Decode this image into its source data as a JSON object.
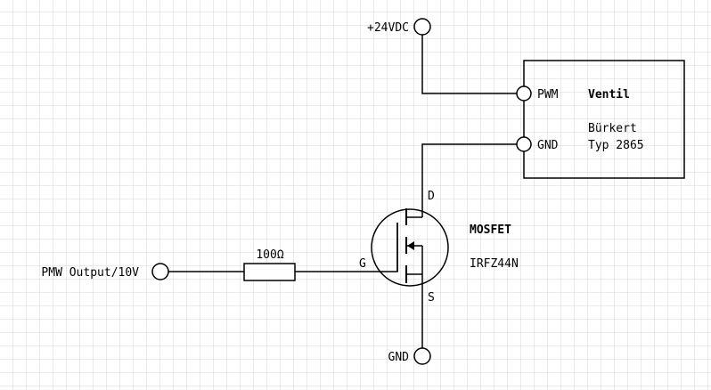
{
  "terminals": {
    "supply": "+24VDC",
    "pwm_input": "PMW Output/10V",
    "ground": "GND"
  },
  "valve": {
    "pin_pwm": "PWM",
    "pin_gnd": "GND",
    "name": "Ventil",
    "maker": "Bürkert",
    "model": "Typ 2865"
  },
  "transistor": {
    "heading": "MOSFET",
    "part": "IRFZ44N",
    "drain": "D",
    "gate": "G",
    "source": "S"
  },
  "resistor": {
    "value": "100Ω"
  },
  "colors": {
    "background": "#ffffff",
    "grid": "#d4d4d4",
    "line": "#000000"
  }
}
